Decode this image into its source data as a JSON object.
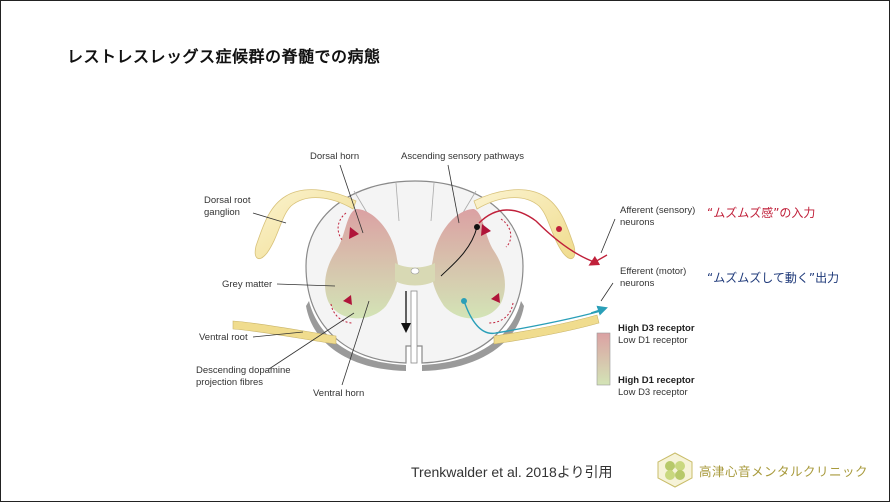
{
  "title": "レストレスレッグス症候群の脊髄での病態",
  "labels": {
    "dorsal_horn": "Dorsal horn",
    "ascending": "Ascending sensory pathways",
    "dorsal_root_ganglion_1": "Dorsal root",
    "dorsal_root_ganglion_2": "ganglion",
    "grey_matter": "Grey matter",
    "ventral_root": "Ventral root",
    "descending_1": "Descending dopamine",
    "descending_2": "projection fibres",
    "ventral_horn": "Ventral horn",
    "afferent_1": "Afferent (sensory)",
    "afferent_2": "neurons",
    "efferent_1": "Efferent (motor)",
    "efferent_2": "neurons"
  },
  "legend": {
    "high_d3": "High D3 receptor",
    "low_d1": "Low D1 receptor",
    "high_d1": "High D1 receptor",
    "low_d3": "Low D3 receptor",
    "colors": {
      "top": "#d9a0a0",
      "bottom": "#d2e2b5"
    }
  },
  "notes": {
    "sensory_input": "“ムズムズ感”の入力",
    "motor_output": "“ムズムズして動く”出力"
  },
  "citation": "Trenkwalder et al. 2018より引用",
  "clinic": {
    "name": "高津心音メンタルクリニック",
    "logo_icon": "clover-logo-icon",
    "accent": "#a89a3c"
  },
  "colors": {
    "afferent": "#c0203a",
    "efferent": "#2a9fb8",
    "root_yellow": "#f3e3a0"
  }
}
